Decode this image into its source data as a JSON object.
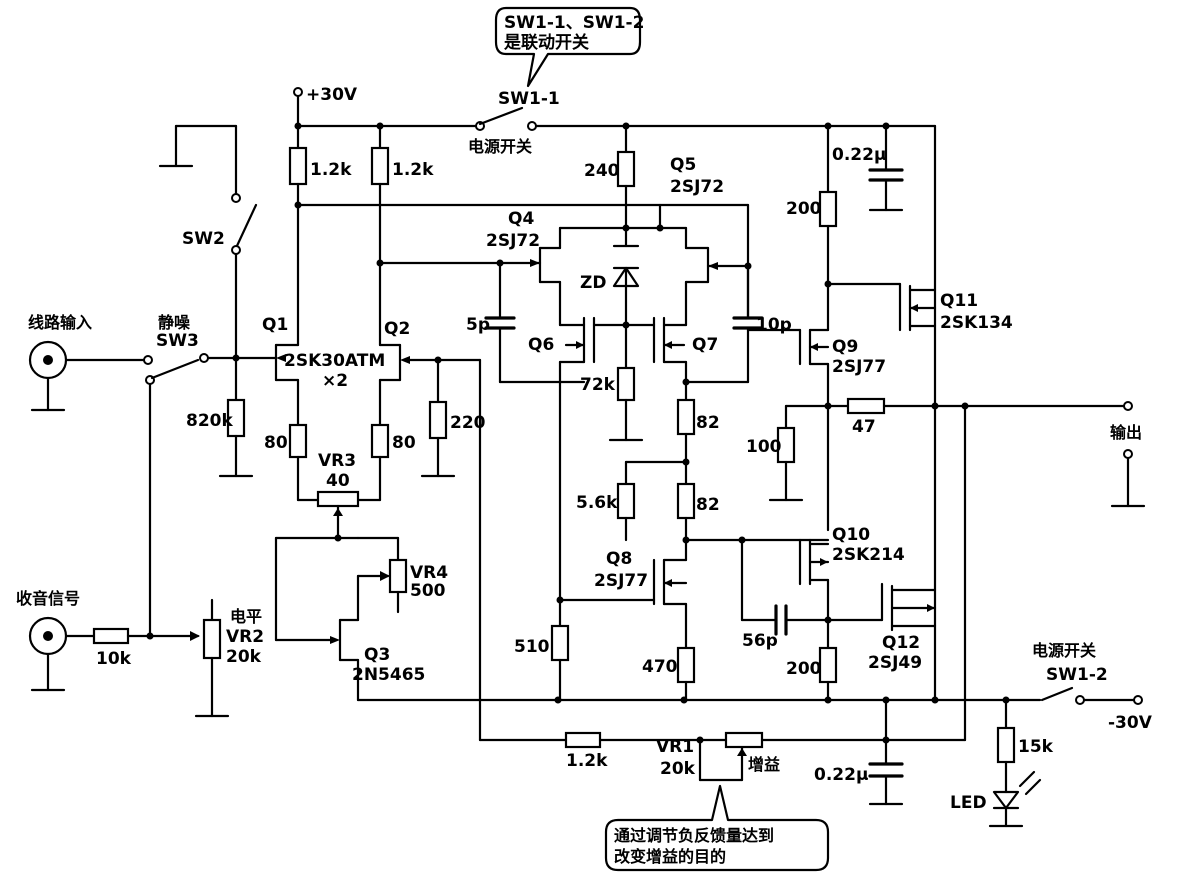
{
  "callout_top": [
    "SW1-1、SW1-2",
    "是联动开关"
  ],
  "callout_bottom": [
    "通过调节负反馈量达到",
    "改变增益的目的"
  ],
  "labels": {
    "vplus": "+30V",
    "vminus": "-30V",
    "sw1_1": "SW1-1",
    "power_switch_top": "电源开关",
    "power_switch_bottom": "电源开关",
    "sw1_2": "SW1-2",
    "sw2": "SW2",
    "mute": "静噪",
    "sw3": "SW3",
    "line_input": "线路输入",
    "radio_signal": "收音信号",
    "output": "输出",
    "q1": "Q1",
    "q2": "Q2",
    "q1q2_part": "2SK30ATM",
    "q1q2_count": "×2",
    "q3": "Q3",
    "q3_part": "2N5465",
    "q4": "Q4",
    "q4_part": "2SJ72",
    "q5": "Q5",
    "q5_part": "2SJ72",
    "q6": "Q6",
    "q7": "Q7",
    "q8": "Q8",
    "q8_part": "2SJ77",
    "q9": "Q9",
    "q9_part": "2SJ77",
    "q10": "Q10",
    "q10_part": "2SK214",
    "q11": "Q11",
    "q11_part": "2SK134",
    "q12": "Q12",
    "q12_part": "2SJ49",
    "zd": "ZD",
    "led": "LED",
    "vr1": "VR1",
    "vr1_val": "20k",
    "gain": "增益",
    "vr2_name": "电平",
    "vr2": "VR2",
    "vr2_val": "20k",
    "vr3": "VR3",
    "vr3_val": "40",
    "vr4": "VR4",
    "vr4_val": "500",
    "r_1k2_a": "1.2k",
    "r_1k2_b": "1.2k",
    "r_1k2_fb": "1.2k",
    "r_240": "240",
    "r_200_top": "200",
    "r_200_bot": "200",
    "r_820k": "820k",
    "r_80a": "80",
    "r_80b": "80",
    "r_220": "220",
    "r_72k": "72k",
    "r_82a": "82",
    "r_82b": "82",
    "r_5k6": "5.6k",
    "r_510": "510",
    "r_470": "470",
    "r_100": "100",
    "r_47": "47",
    "r_10k": "10k",
    "r_15k": "15k",
    "c_5p": "5p",
    "c_10p": "10p",
    "c_56p": "56p",
    "c_022_top": "0.22μ",
    "c_022_bot": "0.22μ"
  }
}
